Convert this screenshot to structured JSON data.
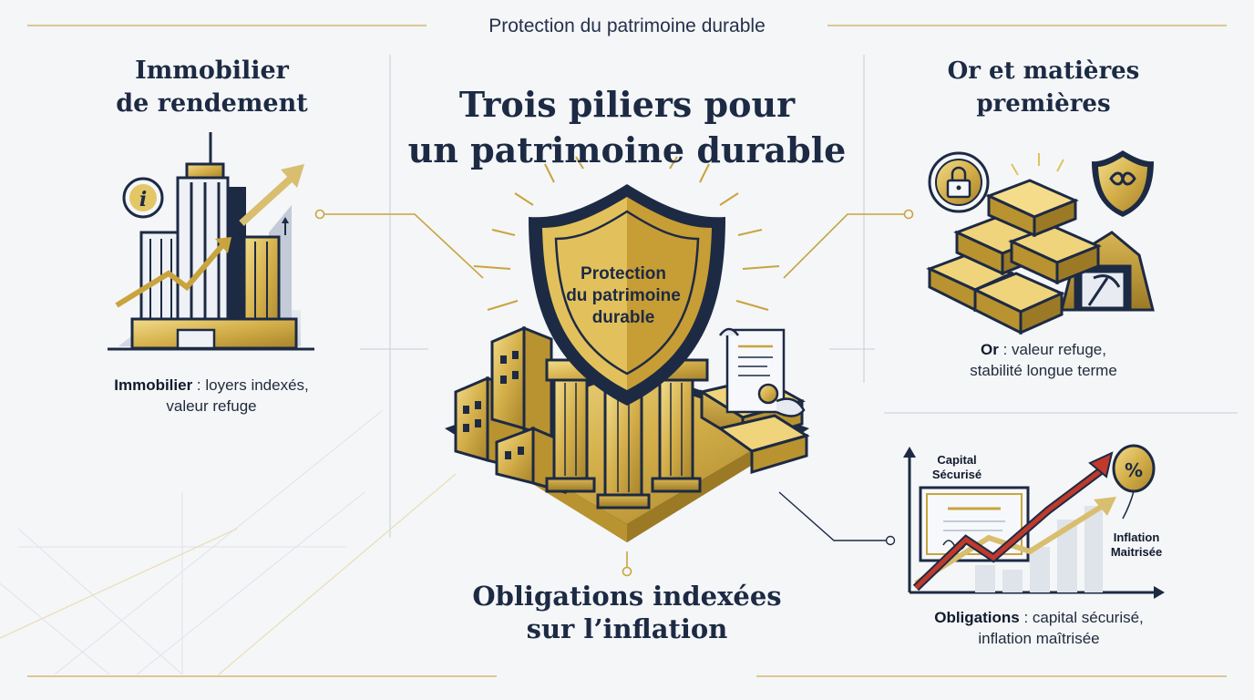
{
  "header": {
    "top_label": "Protection du patrimoine durable"
  },
  "center": {
    "title_line1": "Trois piliers pour",
    "title_line2": "un patrimoine durable",
    "shield_line1": "Protection",
    "shield_line2": "du patrimoine",
    "shield_line3": "durable"
  },
  "left": {
    "title_line1": "Immobilier",
    "title_line2": "de rendement",
    "desc_bold": "Immobilier",
    "desc_rest1": " : loyers indexés,",
    "desc_line2": "valeur refuge"
  },
  "right": {
    "title_line1": "Or et matières",
    "title_line2": "premières",
    "desc_bold": "Or",
    "desc_rest1": " : valeur refuge,",
    "desc_line2": "stabilité longue terme"
  },
  "bottom": {
    "title_line1": "Obligations indexées",
    "title_line2": "sur l’inflation",
    "desc_bold": "Obligations",
    "desc_rest1": " : capital sécurisé,",
    "desc_line2": "inflation maîtrisée",
    "chart_label_capital_1": "Capital",
    "chart_label_capital_2": "Sécurisé",
    "chart_label_inflation_1": "Inflation",
    "chart_label_inflation_2": "Maitrisée",
    "percent_symbol": "%"
  },
  "colors": {
    "navy": "#1d2a44",
    "gold": "#c9a43e",
    "gold_light": "#e6c968",
    "red_arrow": "#c0392b",
    "background": "#f4f6f8"
  },
  "icons": [
    "info-icon",
    "lock-icon",
    "infinity-shield-icon",
    "pickaxe-icon",
    "percent-balloon-icon",
    "certificate-icon",
    "scroll-icon"
  ]
}
